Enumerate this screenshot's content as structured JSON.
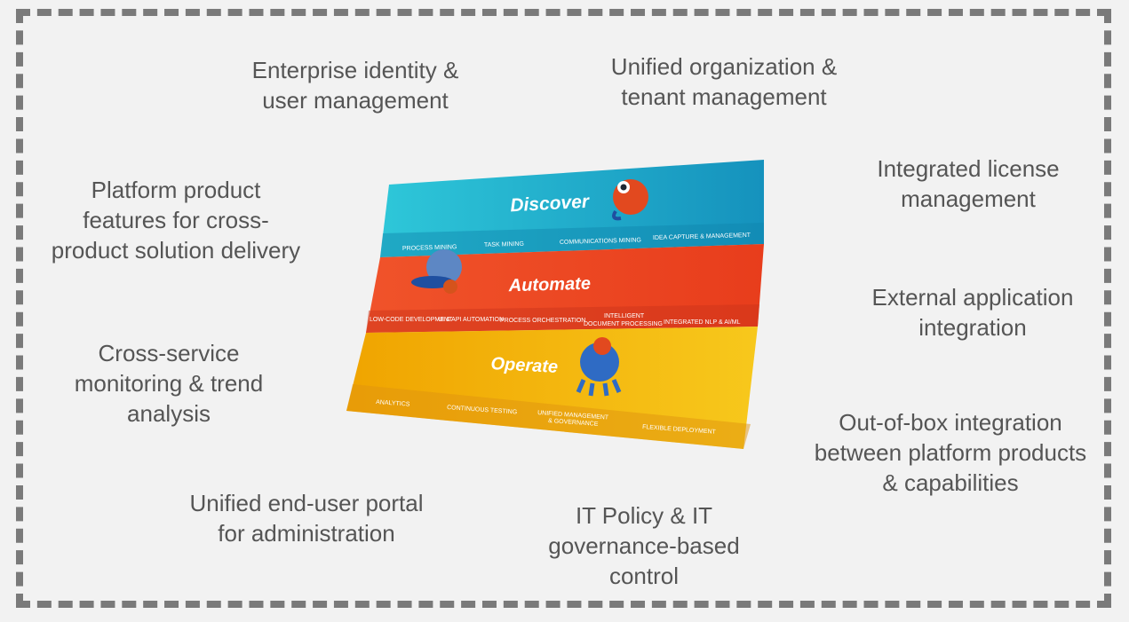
{
  "features": {
    "enterprise_identity": "Enterprise identity &\nuser management",
    "unified_organization": "Unified organization &\ntenant management",
    "integrated_license": "Integrated license\nmanagement",
    "platform_features": "Platform product\nfeatures for cross-\nproduct solution delivery",
    "external_integration": "External application\nintegration",
    "cross_service": "Cross-service\nmonitoring & trend\nanalysis",
    "out_of_box": "Out-of-box integration\nbetween platform products\n& capabilities",
    "end_user_portal": "Unified end-user portal\nfor administration",
    "it_policy": "IT Policy & IT\ngovernance-based\ncontrol"
  },
  "layers": {
    "discover": {
      "title": "Discover",
      "color": "#1aa8c9",
      "capabilities": [
        "PROCESS MINING",
        "TASK MINING",
        "COMMUNICATIONS MINING",
        "IDEA CAPTURE & MANAGEMENT"
      ]
    },
    "automate": {
      "title": "Automate",
      "color": "#f04e23",
      "capabilities": [
        "LOW-CODE DEVELOPMENT",
        "UI & API AUTOMATION",
        "PROCESS ORCHESTRATION",
        "INTELLIGENT",
        "DOCUMENT PROCESSING",
        "INTEGRATED NLP & AI/ML"
      ]
    },
    "operate": {
      "title": "Operate",
      "color": "#f5a800",
      "capabilities": [
        "ANALYTICS",
        "CONTINUOUS TESTING",
        "UNIFIED MANAGEMENT",
        "& GOVERNANCE",
        "FLEXIBLE DEPLOYMENT"
      ]
    }
  }
}
